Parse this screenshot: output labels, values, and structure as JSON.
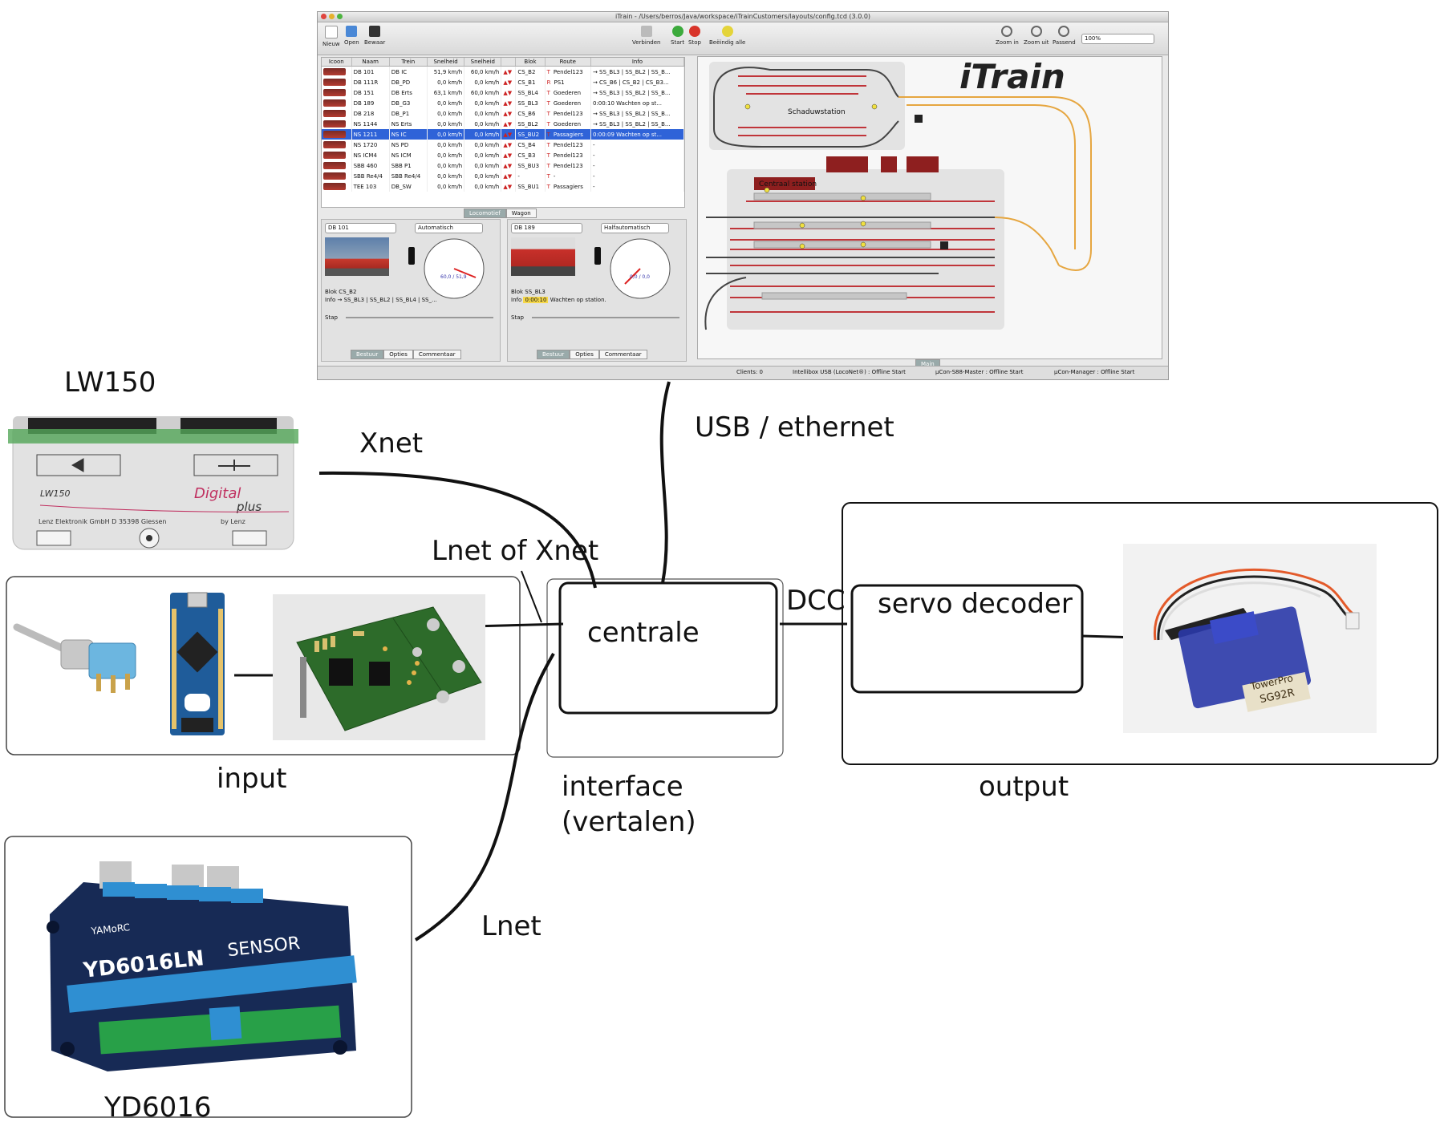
{
  "labels": {
    "lw150": "LW150",
    "xnet": "Xnet",
    "usb_ethernet": "USB / ethernet",
    "lnet_of_xnet": "Lnet of Xnet",
    "dcc": "DCC",
    "centrale": "centrale",
    "servo_decoder": "servo decoder",
    "input": "input",
    "interface_line1": "interface",
    "interface_line2": "(vertalen)",
    "output": "output",
    "lnet": "Lnet",
    "yd6016": "YD6016"
  },
  "itrain": {
    "title": "iTrain - /Users/berros/Java/workspace/iTrainCustomers/layouts/config.tcd (3.0.0)",
    "logo": "iTrain",
    "toolbar_left": [
      "Nieuw",
      "Open",
      "Bewaar"
    ],
    "toolbar_mid": [
      "Verbinden",
      "Start",
      "Stop",
      "Beëindig alle"
    ],
    "toolbar_right": [
      "Zoom in",
      "Zoom uit",
      "Passend"
    ],
    "zoom": "100%",
    "columns": [
      "Icoon",
      "Naam",
      "Trein",
      "Snelheid",
      "Snelheid",
      "Blok",
      "Route",
      "Info"
    ],
    "rows": [
      [
        "DB 101",
        "DB IC",
        "51,9 km/h",
        "60,0 km/h",
        "CS_B2",
        "T",
        "Pendel123",
        "→ SS_BL3 | SS_BL2 | SS_B..."
      ],
      [
        "DB 111R",
        "DB_PD",
        "0,0 km/h",
        "0,0 km/h",
        "CS_B1",
        "R",
        "PS1",
        "→ CS_B6 | CS_B2 | CS_B3..."
      ],
      [
        "DB 151",
        "DB Erts",
        "63,1 km/h",
        "60,0 km/h",
        "SS_BL4",
        "T",
        "Goederen",
        "→ SS_BL3 | SS_BL2 | SS_B..."
      ],
      [
        "DB 189",
        "DB_G3",
        "0,0 km/h",
        "0,0 km/h",
        "SS_BL3",
        "T",
        "Goederen",
        "0:00:10 Wachten op st..."
      ],
      [
        "DB 218",
        "DB_P1",
        "0,0 km/h",
        "0,0 km/h",
        "CS_B6",
        "T",
        "Pendel123",
        "→ SS_BL3 | SS_BL2 | SS_B..."
      ],
      [
        "NS 1144",
        "NS Erts",
        "0,0 km/h",
        "0,0 km/h",
        "SS_BL2",
        "T",
        "Goederen",
        "→ SS_BL3 | SS_BL2 | SS_B..."
      ],
      [
        "NS 1211",
        "NS IC",
        "0,0 km/h",
        "0,0 km/h",
        "SS_BU2",
        "T",
        "Passagiers",
        "0:00:09 Wachten op st..."
      ],
      [
        "NS 1720",
        "NS PD",
        "0,0 km/h",
        "0,0 km/h",
        "CS_B4",
        "T",
        "Pendel123",
        "-"
      ],
      [
        "NS ICM4",
        "NS ICM",
        "0,0 km/h",
        "0,0 km/h",
        "CS_B3",
        "T",
        "Pendel123",
        "-"
      ],
      [
        "SBB 460",
        "SBB P1",
        "0,0 km/h",
        "0,0 km/h",
        "SS_BU3",
        "T",
        "Pendel123",
        "-"
      ],
      [
        "SBB Re4/4",
        "SBB Re4/4",
        "0,0 km/h",
        "0,0 km/h",
        "-",
        "T",
        "-",
        "-"
      ],
      [
        "TEE 103",
        "DB_SW",
        "0,0 km/h",
        "0,0 km/h",
        "SS_BU1",
        "T",
        "Passagiers",
        "-"
      ]
    ],
    "tabs_bottom": [
      "Locomotief",
      "Wagon"
    ],
    "panel1": {
      "loco": "DB 101",
      "mode": "Automatisch",
      "blok": "Blok  CS_B2",
      "info": "Info  → SS_BL3 | SS_BL2 | SS_BL4 | SS_...",
      "stap": "Stap",
      "speed": "60,0 / 51,9"
    },
    "panel2": {
      "loco": "DB 189",
      "mode": "Halfautomatisch",
      "blok": "Blok  SS_BL3",
      "info_time": "0:00:10",
      "info": "Wachten op station.",
      "stap": "Stap",
      "speed": "0,0 / 0,0"
    },
    "panel_tabs": [
      "Bestuur",
      "Opties",
      "Commentaar"
    ],
    "layout_labels": {
      "schaduw": "Schaduwstation",
      "centraal": "Centraal station",
      "main_tab": "Main"
    },
    "status": [
      "Clients: 0",
      "Intellibox USB (LocoNet®) : Offline  Start",
      "µCon-S88-Master : Offline  Start",
      "µCon-Manager : Offline  Start"
    ]
  }
}
